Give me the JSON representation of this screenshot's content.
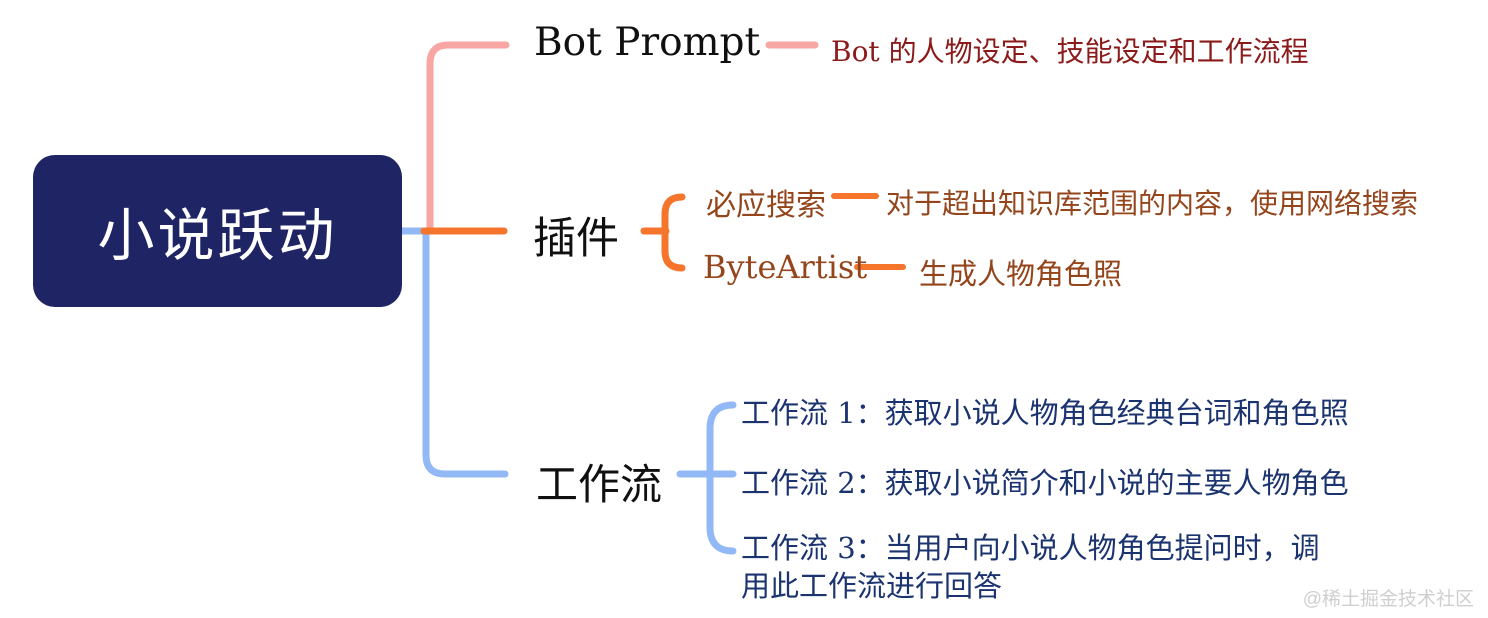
{
  "root": {
    "label": "小说跃动"
  },
  "branches": {
    "bot_prompt": {
      "label": "Bot Prompt",
      "note": "Bot 的人物设定、技能设定和工作流程"
    },
    "plugins": {
      "label": "插件",
      "children": {
        "bing": {
          "label": "必应搜索",
          "note": "对于超出知识库范围的内容，使用网络搜索"
        },
        "byteartist": {
          "label": "ByteArtist",
          "note": "生成人物角色照"
        }
      }
    },
    "workflows": {
      "label": "工作流",
      "items": [
        "工作流 1：获取小说人物角色经典台词和角色照",
        "工作流 2：获取小说简介和小说的主要人物角色",
        "工作流 3：当用户向小说人物角色提问时，调用此工作流进行回答"
      ]
    }
  },
  "watermark": "@稀土掘金技术社区",
  "colors": {
    "root_bg": "#1f2464",
    "root_text": "#ffffff",
    "branch_pink": "#f7a6a4",
    "branch_orange": "#f4752b",
    "branch_blue": "#92b9f6",
    "text_black": "#101010",
    "text_dark_red": "#8b1a1a",
    "text_brown": "#94451c",
    "text_navy": "#1b3470",
    "watermark_gray": "#cfcfcf"
  }
}
